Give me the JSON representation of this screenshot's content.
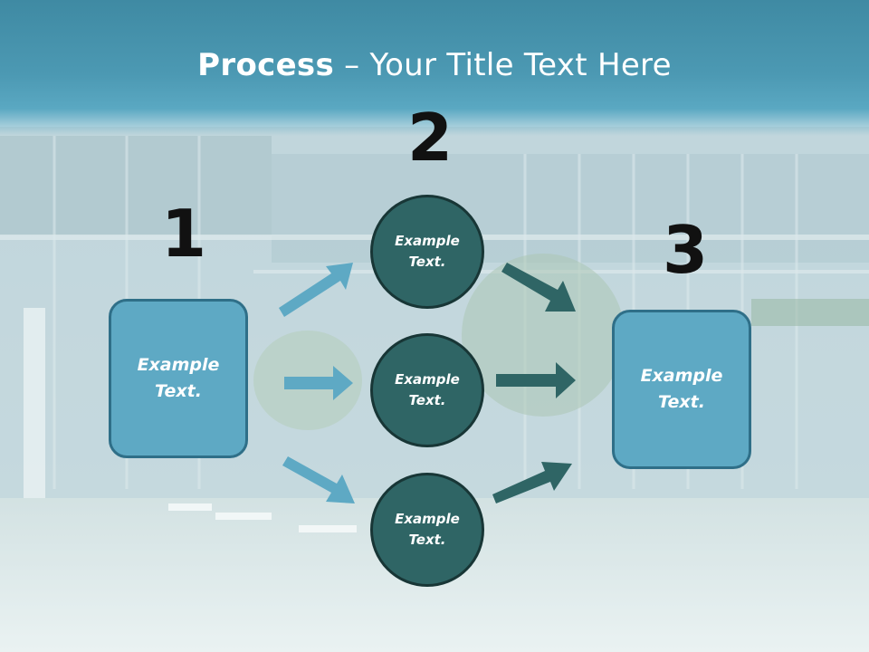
{
  "title": {
    "bold": "Process",
    "rest": " – Your Title Text Here"
  },
  "steps": [
    {
      "number": "1",
      "label": "Example\nText."
    },
    {
      "number": "2",
      "label": ""
    },
    {
      "number": "3",
      "label": "Example\nText."
    }
  ],
  "middle_nodes": [
    {
      "label": "Example\nText."
    },
    {
      "label": "Example\nText."
    },
    {
      "label": "Example\nText."
    }
  ],
  "colors": {
    "title_band": "#4c99b3",
    "box_fill": "#5ea9c4",
    "circle_fill": "#2f6565",
    "arrow_light": "#5ea9c4",
    "arrow_dark": "#2f6565"
  }
}
